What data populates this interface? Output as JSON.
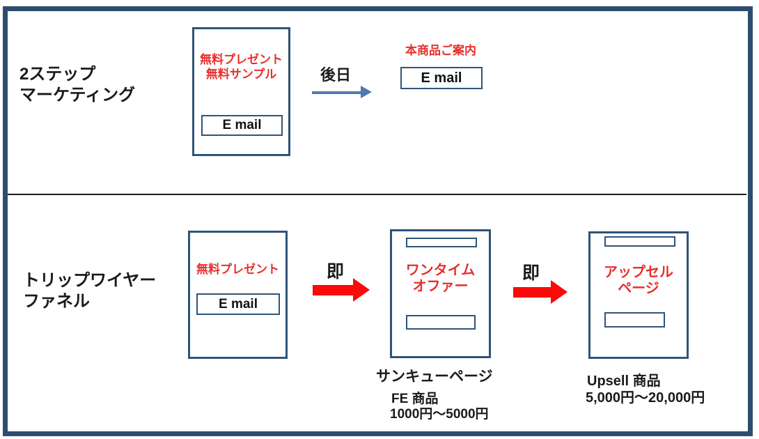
{
  "rows": {
    "two_step": {
      "label_line1": "2ステップ",
      "label_line2": "マーケティング",
      "optin_page": {
        "headline_line1": "無料プレゼント",
        "headline_line2": "無料サンプル",
        "email_label": "E mail"
      },
      "arrow_label": "後日",
      "followup": {
        "headline": "本商品ご案内",
        "email_label": "E mail"
      }
    },
    "tripwire": {
      "label_line1": "トリップワイヤー",
      "label_line2": "ファネル",
      "optin_page": {
        "headline": "無料プレゼント",
        "email_label": "E mail"
      },
      "arrow1_label": "即",
      "onetime_offer_page": {
        "headline_line1": "ワンタイム",
        "headline_line2": "オファー"
      },
      "onetime_offer_caption": {
        "line1": "サンキューページ",
        "line2": "FE 商品",
        "line3": "1000円～5000円"
      },
      "arrow2_label": "即",
      "upsell_page": {
        "headline_line1": "アップセル",
        "headline_line2": "ページ"
      },
      "upsell_caption": {
        "line1": "Upsell 商品",
        "line2": "5,000円～20,000円"
      }
    }
  },
  "colors": {
    "frame_border": "#2e4d6e",
    "box_border": "#2f5478",
    "red_text": "#e6302c",
    "red_arrow": "#fb0a0a",
    "blue_arrow": "#4d7ab5",
    "divider": "#1a1a1a"
  }
}
